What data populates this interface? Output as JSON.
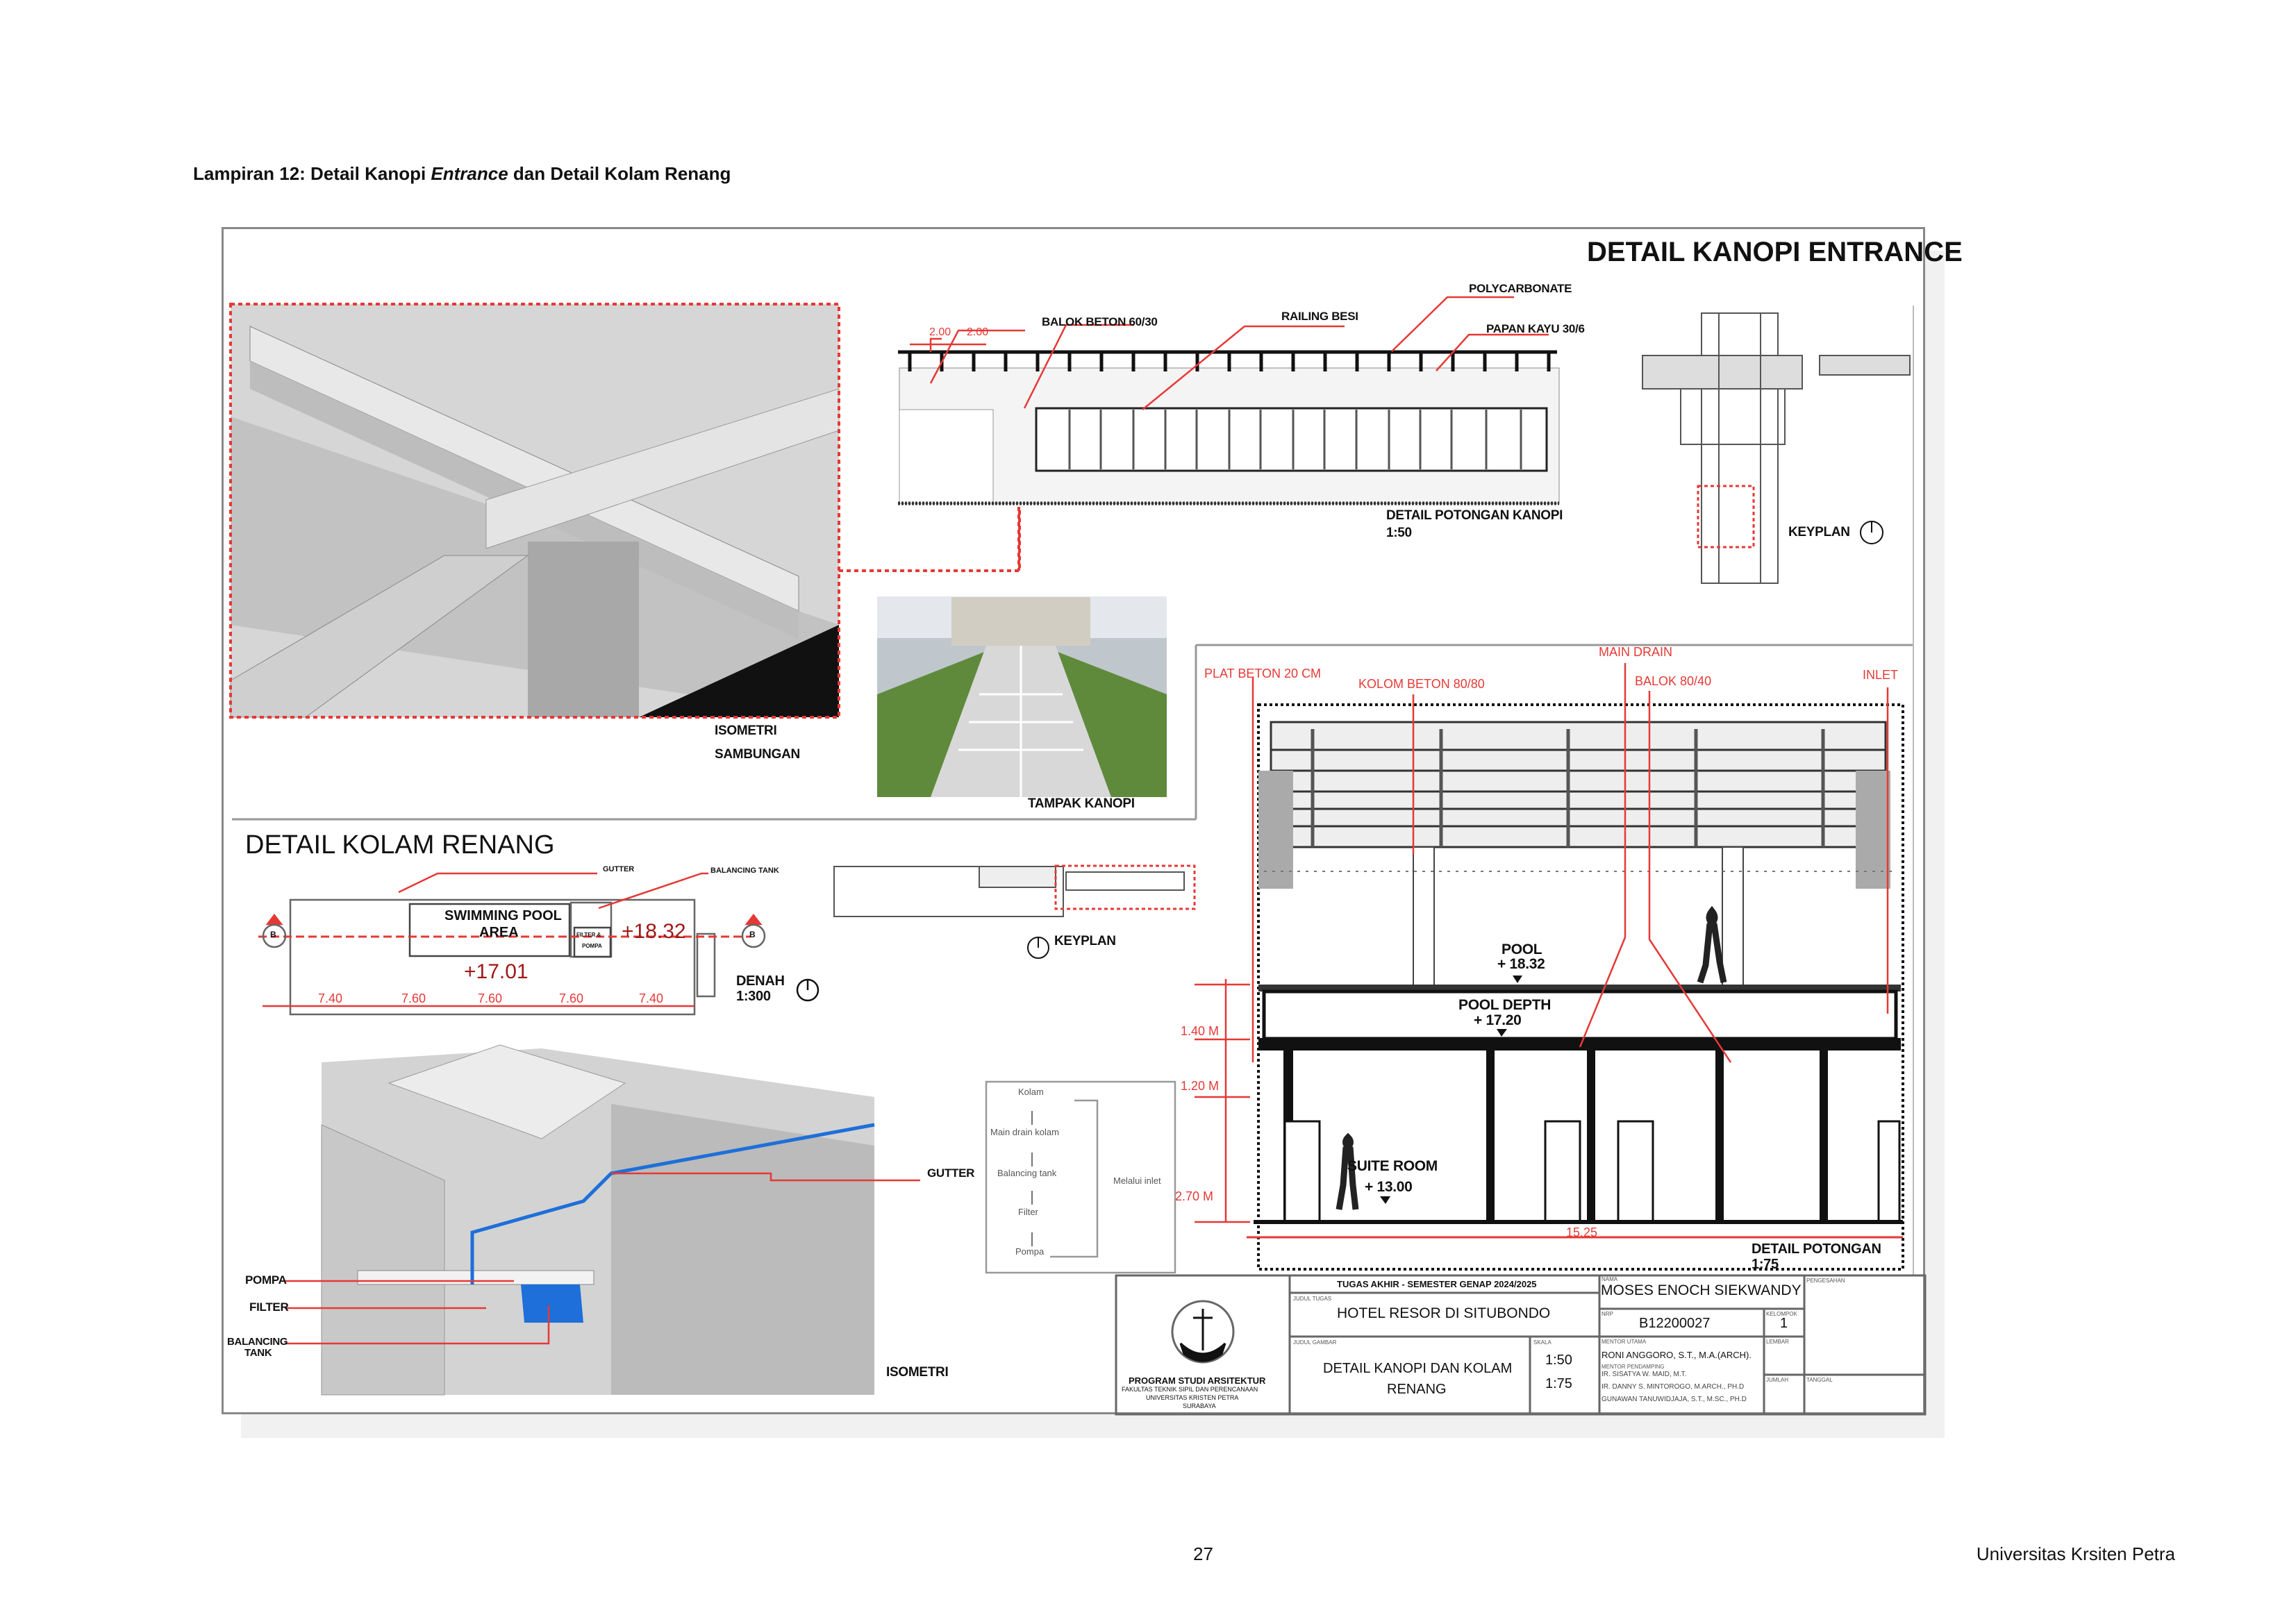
{
  "header": {
    "caption_prefix": "Lampiran 12: Detail Kanopi ",
    "caption_italic": "Entrance",
    "caption_suffix": " dan Detail Kolam Renang"
  },
  "kanopi": {
    "title": "DETAIL KANOPI ENTRANCE",
    "section_labels": [
      "BALOK BETON 60/30",
      "RAILING BESI",
      "POLYCARBONATE",
      "PAPAN KAYU 30/6"
    ],
    "dims": [
      "2.00",
      "2.00"
    ],
    "section_title": "DETAIL POTONGAN KANOPI",
    "section_scale": "1:50",
    "keyplan": "KEYPLAN",
    "iso_title_1": "ISOMETRI",
    "iso_title_2": "SAMBUNGAN",
    "tampak": "TAMPAK KANOPI"
  },
  "kolam": {
    "title": "DETAIL KOLAM RENANG",
    "plan_labels": {
      "gutter": "GUTTER",
      "balancing": "BALANCING TANK",
      "pool_1": "SWIMMING POOL",
      "pool_2": "AREA",
      "filter": "FILTER &",
      "pompa": "POMPA",
      "lvl_high": "+18.32",
      "lvl_low": "+17.01",
      "marker": "B"
    },
    "plan_dims": [
      "7.40",
      "7.60",
      "7.60",
      "7.60",
      "7.40"
    ],
    "denah": "DENAH",
    "denah_scale": "1:300",
    "keyplan": "KEYPLAN",
    "iso_labels": {
      "gutter": "GUTTER",
      "pompa": "POMPA",
      "filter": "FILTER",
      "balancing_1": "BALANCING",
      "balancing_2": "TANK",
      "isometri": "ISOMETRI"
    },
    "flow": {
      "steps": [
        "Kolam",
        "Main drain kolam",
        "Balancing tank",
        "Filter",
        "Pompa"
      ],
      "return": "Melalui inlet"
    },
    "section": {
      "labels": {
        "plat": "PLAT BETON 20 CM",
        "kolom": "KOLOM BETON 80/80",
        "main_drain": "MAIN DRAIN",
        "balok": "BALOK 80/40",
        "inlet": "INLET"
      },
      "dims": {
        "d1": "1.40 M",
        "d2": "1.20 M",
        "d3": "2.70 M",
        "width": "15.25"
      },
      "pool": "POOL",
      "pool_lvl": "+ 18.32",
      "depth": "POOL DEPTH",
      "depth_lvl": "+ 17.20",
      "suite": "SUITE ROOM",
      "suite_lvl": "+ 13.00",
      "title": "DETAIL POTONGAN",
      "scale": "1:75"
    }
  },
  "title_block": {
    "program": "PROGRAM STUDI ARSITEKTUR",
    "faculty": "FAKULTAS TEKNIK SIPIL DAN PERENCANAAN",
    "univ": "UNIVERSITAS KRISTEN PETRA",
    "city": "SURABAYA",
    "course": "TUGAS AKHIR - SEMESTER GENAP 2024/2025",
    "judul_tugas_label": "JUDUL TUGAS",
    "judul_tugas": "HOTEL RESOR DI SITUBONDO",
    "judul_gambar_label": "JUDUL GAMBAR",
    "judul_gambar_1": "DETAIL KANOPI DAN KOLAM",
    "judul_gambar_2": "RENANG",
    "skala_label": "SKALA",
    "skala_1": "1:50",
    "skala_2": "1:75",
    "nama_label": "NAMA",
    "nama": "MOSES ENOCH SIEKWANDY",
    "nrp_label": "NRP",
    "nrp": "B12200027",
    "kelompok_label": "KELOMPOK",
    "kelompok": "1",
    "mentor_label": "MENTOR UTAMA",
    "mentor": "RONI ANGGORO, S.T., M.A.(ARCH).",
    "pendamping_label": "MENTOR PENDAMPING",
    "pendamping": [
      "IR. SISATYA W. MAID, M.T.",
      "IR. DANNY S. MINTOROGO, M.ARCH., PH.D",
      "GUNAWAN TANUWIDJAJA, S.T., M.SC., PH.D"
    ],
    "lembar_label": "LEMBAR",
    "jumlah_label": "JUMLAH",
    "pengesahan_label": "PENGESAHAN",
    "tanggal_label": "TANGGAL"
  },
  "footer": {
    "page": "27",
    "institution": "Universitas Krsiten Petra"
  }
}
